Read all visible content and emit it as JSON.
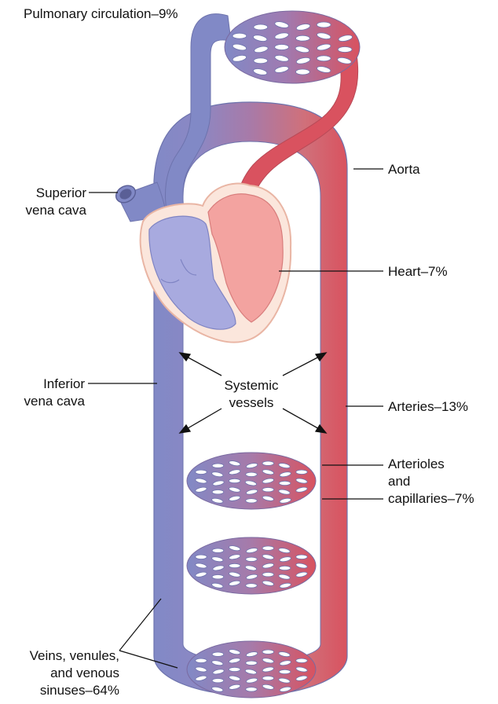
{
  "labels": {
    "pulmonary": "Pulmonary circulation–9%",
    "aorta": "Aorta",
    "svc_line1": "Superior",
    "svc_line2": "vena cava",
    "heart": "Heart–7%",
    "ivc_line1": "Inferior",
    "ivc_line2": "vena cava",
    "systemic_line1": "Systemic",
    "systemic_line2": "vessels",
    "arteries": "Arteries–13%",
    "arterioles_line1": "Arterioles",
    "arterioles_line2": "and",
    "arterioles_line3": "capillaries–7%",
    "veins_line1": "Veins, venules,",
    "veins_line2": "and venous",
    "veins_line3": "sinuses–64%"
  },
  "colors": {
    "venous": "#8189c6",
    "arterial": "#d9525f",
    "heart_outline": "#fbe6dc",
    "left_heart": "#f3a3a0",
    "right_heart": "#a8aadf"
  }
}
